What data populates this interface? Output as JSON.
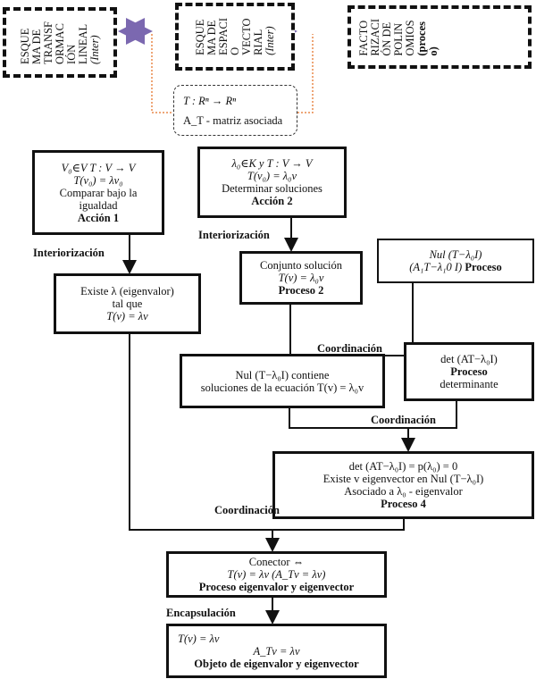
{
  "schemas": [
    {
      "lines": [
        "ESQUE",
        "MA DE",
        "TRANSF",
        "ORMAC",
        "IÓN",
        "LINEAL",
        "(Inter)"
      ]
    },
    {
      "lines": [
        "ESQUE",
        "MA DE",
        "ESPACI",
        "O",
        "VECTO",
        "RIAL",
        "(Inter)"
      ]
    },
    {
      "lines": [
        "FACTO",
        "RIZACI",
        "ÓN DE",
        "POLIN",
        "OMIOS",
        "(proces",
        "o)"
      ]
    }
  ],
  "note": {
    "line1": "T : Rⁿ → Rⁿ",
    "line2": "A_T - matriz asociada"
  },
  "accion1": {
    "l1": "V₀∈V   T : V → V",
    "l2": "T(v₀) = λv₀",
    "l3": "Comparar bajo la",
    "l4": "igualdad",
    "l5": "Acción 1"
  },
  "accion2": {
    "l1": "λ₀∈K y  T : V → V",
    "l2": "T(v₀) = λ₀v",
    "l3": "Determinar soluciones",
    "l4": "Acción 2"
  },
  "existe": {
    "l1": "Existe  λ  (eigenvalor)",
    "l2": "tal que",
    "l3": "T(v) = λv"
  },
  "conjunto": {
    "l1": "Conjunto solución",
    "l2": "T(v) = λ₀v",
    "l3": "Proceso 2"
  },
  "nul_proceso": {
    "l1": "Nul (T−λ₀I)",
    "l2": "(A₁T−λ₁0 I)",
    "l3": "Proceso"
  },
  "nul_contiene": {
    "l1": "Nul (T−λ₀I)  contiene",
    "l2": "soluciones de la ecuación  T(v) = λ₀v"
  },
  "det": {
    "l1": "det (AT−λ₀I)",
    "l2": "Proceso",
    "l3": "determinante"
  },
  "proceso4": {
    "l1": "det (AT−λ₀I) = p(λ₀) = 0",
    "l2": "Existe v eigenvector en  Nul (T−λ₀I)",
    "l3": "Asociado a λ₀ - eigenvalor",
    "l4": "Proceso 4"
  },
  "conector": {
    "l1": "Conector ⇔",
    "l2": "T(v) = λv  (A_Tv = λv)",
    "l3": "Proceso eigenvalor y eigenvector"
  },
  "objeto": {
    "l1": "T(v) = λv",
    "l2": "A_Tv = λv",
    "l3": "Objeto de eigenvalor y eigenvector"
  },
  "labels": {
    "interiorizacion1": "Interiorización",
    "interiorizacion2": "Interiorización",
    "coordinacion1": "Coordinación",
    "coordinacion2": "Coordinación",
    "coordinacion3": "Coordinación",
    "encapsulacion": "Encapsulación"
  },
  "colors": {
    "arrow_purple": "#7b68b0",
    "dotted_orange": "#e8894a"
  }
}
